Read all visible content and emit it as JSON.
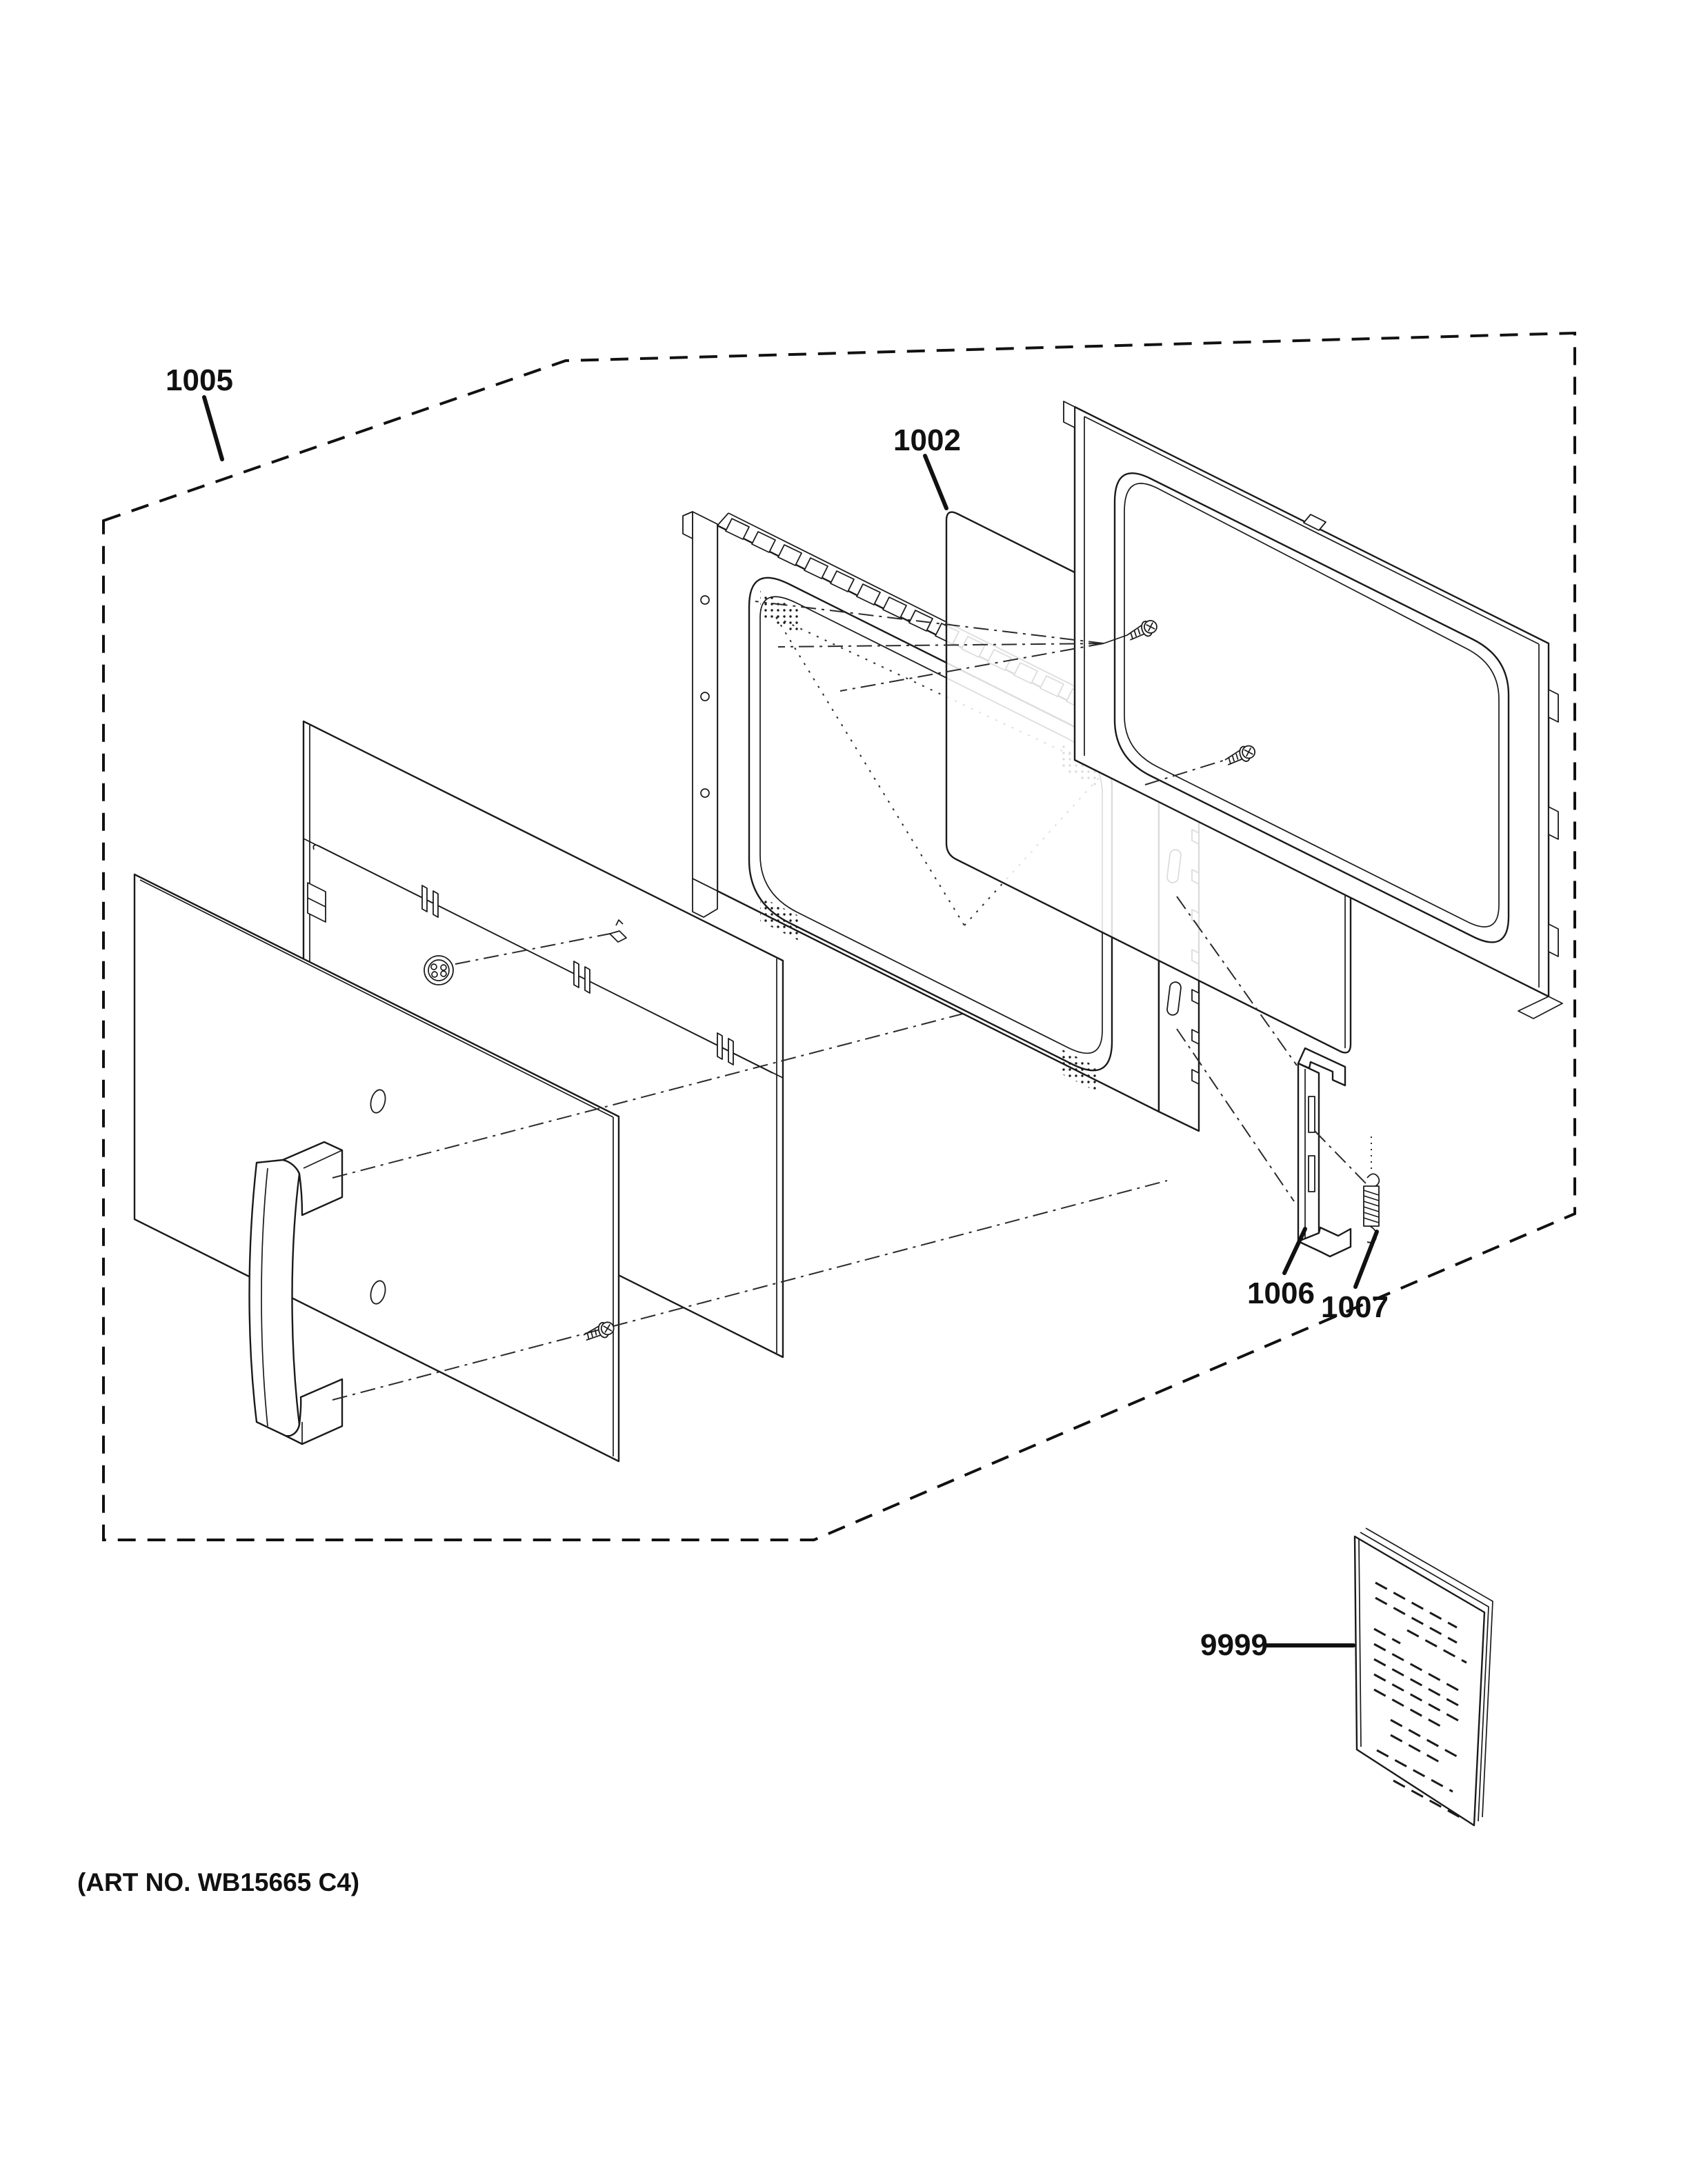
{
  "diagram": {
    "title_hidden": "",
    "art_no": "(ART NO. WB15665 C4)",
    "callouts": {
      "c1005": "1005",
      "c1002": "1002",
      "c1006": "1006",
      "c1007": "1007",
      "c9999": "9999"
    },
    "colors": {
      "line": "#1a1a1a",
      "background": "#ffffff"
    }
  }
}
